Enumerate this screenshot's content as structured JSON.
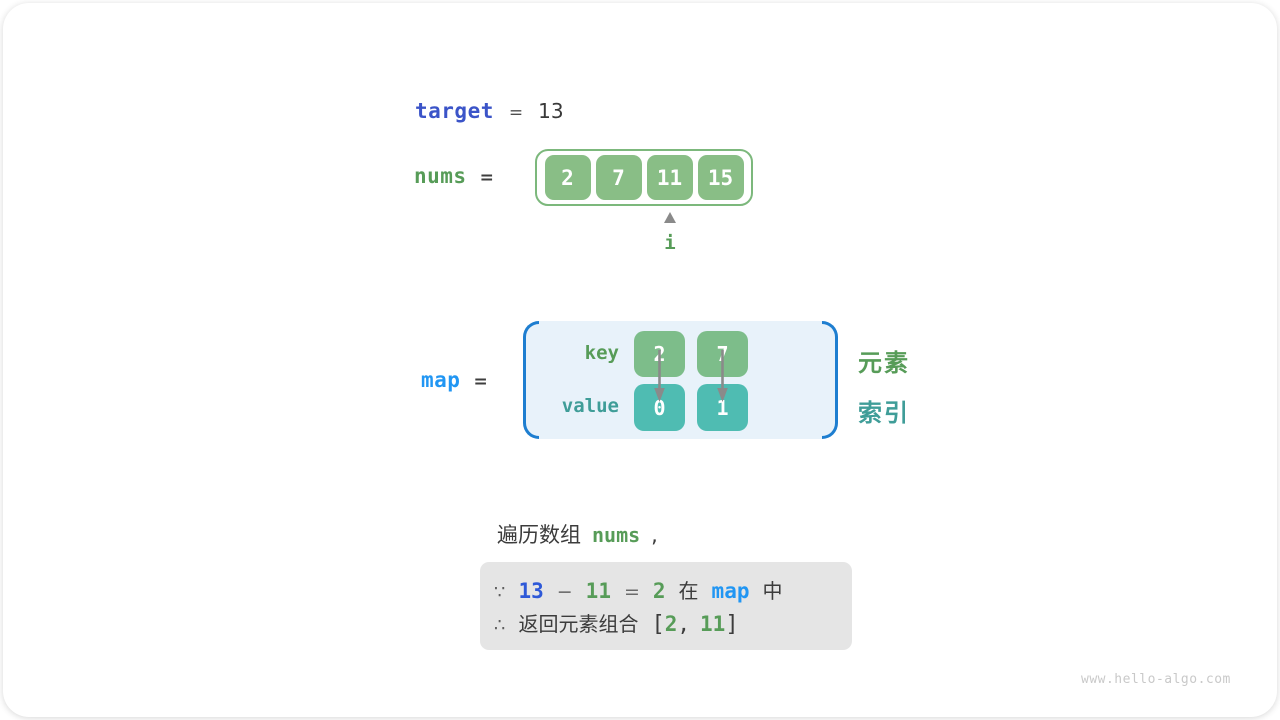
{
  "colors": {
    "target_blue": "#3B54C8",
    "map_blue": "#2196F3",
    "strong_blue": "#2E59D8",
    "green_text": "#579C58",
    "teal_text": "#3F9D98",
    "array_green": "#89BE86",
    "array_border": "#7CB87C",
    "key_green": "#7DBD8A",
    "value_teal": "#4FBCB2",
    "map_bg": "#E8F2FA",
    "bracket_blue": "#1E7ED0",
    "note_bg": "#E5E5E5",
    "dark_text": "#3C3C3C",
    "muted_text": "#6A6A6A",
    "arrow_gray": "#8A8A8A",
    "watermark_gray": "#C9C9C9"
  },
  "target_line": {
    "label": "target",
    "equals": "=",
    "value": "13"
  },
  "nums_line": {
    "label": "nums",
    "equals": "=",
    "values": [
      "2",
      "7",
      "11",
      "15"
    ],
    "pointer": {
      "label": "i",
      "index": 2
    }
  },
  "map_section": {
    "label": "map",
    "equals": "=",
    "key_label": "key",
    "value_label": "value",
    "keys": [
      "2",
      "7"
    ],
    "values": [
      "0",
      "1"
    ],
    "element_label": "元素",
    "index_label": "索引"
  },
  "caption": {
    "prefix": "遍历数组",
    "code": "nums",
    "comma": ","
  },
  "note": {
    "because_symbol": "∵",
    "target_value": "13",
    "minus": "−",
    "current_value": "11",
    "equals": "=",
    "complement": "2",
    "in_text": "在",
    "map_ref": "map",
    "in_suffix": "中",
    "therefore_symbol": "∴",
    "return_text": "返回元素组合",
    "bracket_open": "[",
    "result_first": "2",
    "comma": ",",
    "result_second": "11",
    "bracket_close": "]"
  },
  "watermark": "www.hello-algo.com"
}
